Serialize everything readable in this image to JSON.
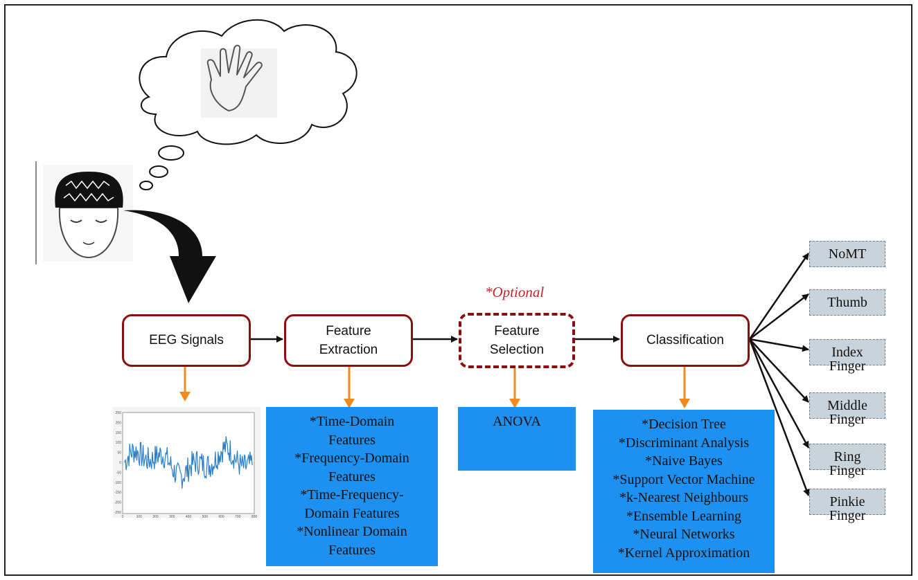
{
  "pipeline": {
    "eeg": "EEG Signals",
    "extraction": [
      "Feature",
      "Extraction"
    ],
    "selection": [
      "Feature",
      "Selection"
    ],
    "optional": "*Optional",
    "classification": "Classification"
  },
  "feature_extraction_list": [
    "*Time-Domain",
    "Features",
    "*Frequency-Domain",
    "Features",
    "*Time-Frequency-",
    "Domain Features",
    "*Nonlinear Domain",
    "Features"
  ],
  "feature_selection_list": [
    "ANOVA"
  ],
  "classifier_list": [
    "*Decision Tree",
    "*Discriminant Analysis",
    "*Naive Bayes",
    "*Support Vector Machine",
    "*k-Nearest Neighbours",
    "*Ensemble Learning",
    "*Neural Networks",
    "*Kernel Approximation"
  ],
  "classes": [
    [
      "NoMT"
    ],
    [
      "Thumb"
    ],
    [
      "Index",
      "Finger"
    ],
    [
      "Middle",
      "Finger"
    ],
    [
      "Ring",
      "Finger"
    ],
    [
      "Pinkie",
      "Finger"
    ]
  ],
  "eeg_plot": {
    "x_ticks": [
      "0",
      "100",
      "200",
      "300",
      "400",
      "500",
      "600",
      "700",
      "800"
    ],
    "y_ticks": [
      "250",
      "200",
      "150",
      "100",
      "50",
      "0",
      "-50",
      "-100",
      "-150",
      "-200",
      "-250"
    ]
  },
  "colors": {
    "stage_border": "#8b0e0e",
    "info_fill": "#1e90f0",
    "orange_arrow": "#f08a1c",
    "class_fill": "#c9d3dc",
    "optional_text": "#c0282d"
  },
  "icons": [
    "thought-cloud-icon",
    "hand-icon",
    "eeg-cap-head-icon",
    "curved-arrow-icon"
  ]
}
